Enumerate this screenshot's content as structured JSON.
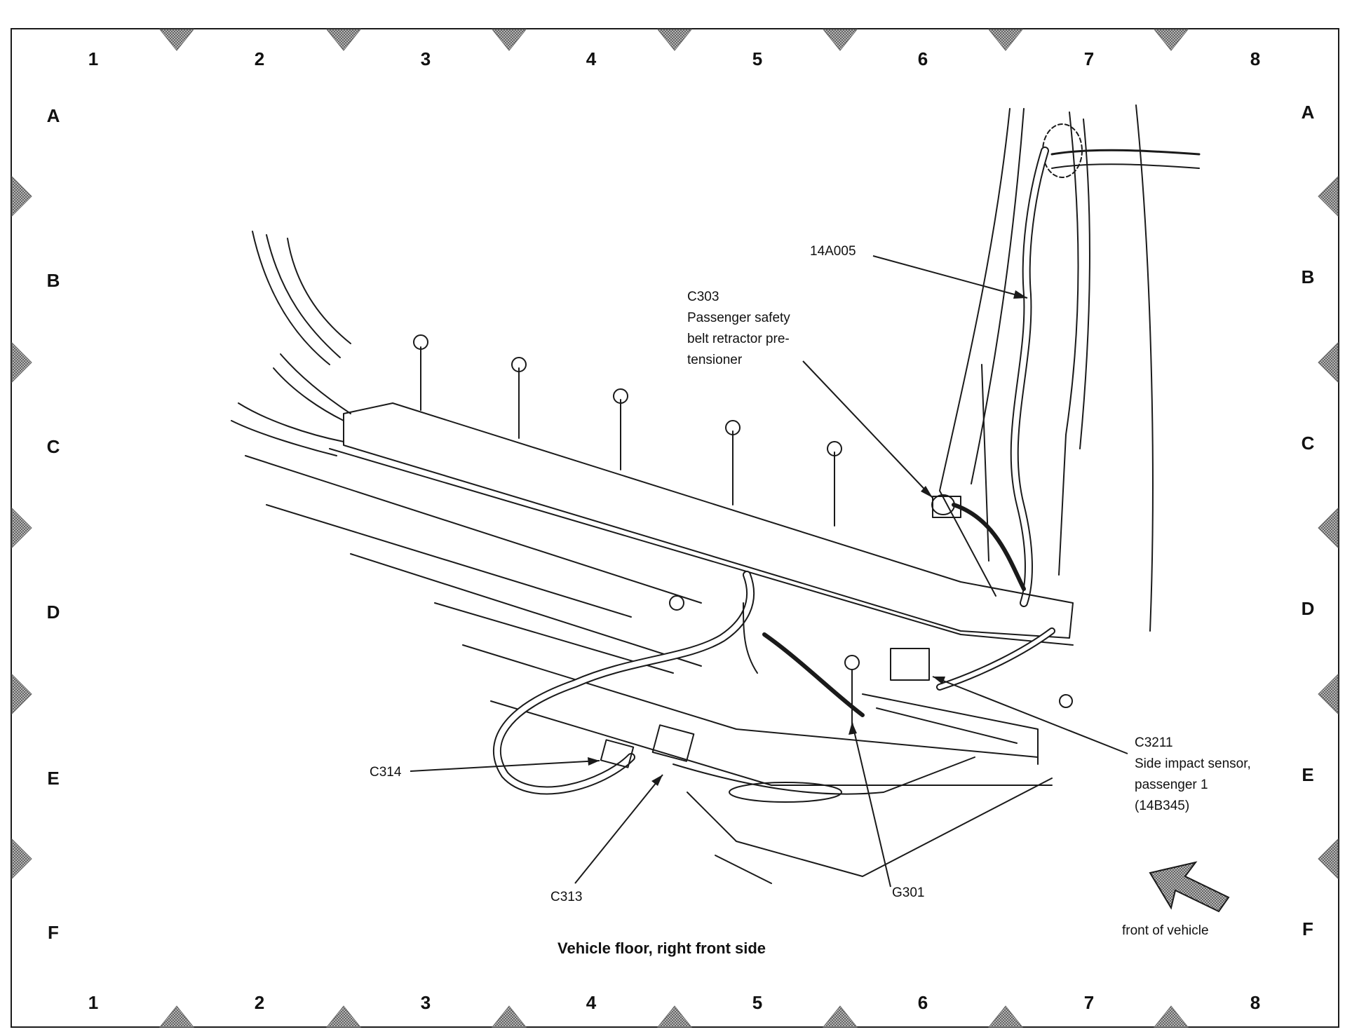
{
  "grid": {
    "columns": [
      "1",
      "2",
      "3",
      "4",
      "5",
      "6",
      "7",
      "8"
    ],
    "rows": [
      "A",
      "B",
      "C",
      "D",
      "E",
      "F"
    ]
  },
  "callouts": {
    "c14a005": "14A005",
    "c303_code": "C303",
    "c303_desc_1": "Passenger safety",
    "c303_desc_2": "belt retractor pre-",
    "c303_desc_3": "tensioner",
    "c314": "C314",
    "c313": "C313",
    "g301": "G301",
    "c3211_code": "C3211",
    "c3211_desc_1": "Side impact sensor,",
    "c3211_desc_2": "passenger 1",
    "c3211_desc_3": "(14B345)"
  },
  "direction": {
    "label": "front of vehicle",
    "icon": "front-arrow-icon"
  },
  "caption": "Vehicle floor, right front side",
  "colors": {
    "ink": "#1a1a1a",
    "marker": "#8a8a8a"
  }
}
